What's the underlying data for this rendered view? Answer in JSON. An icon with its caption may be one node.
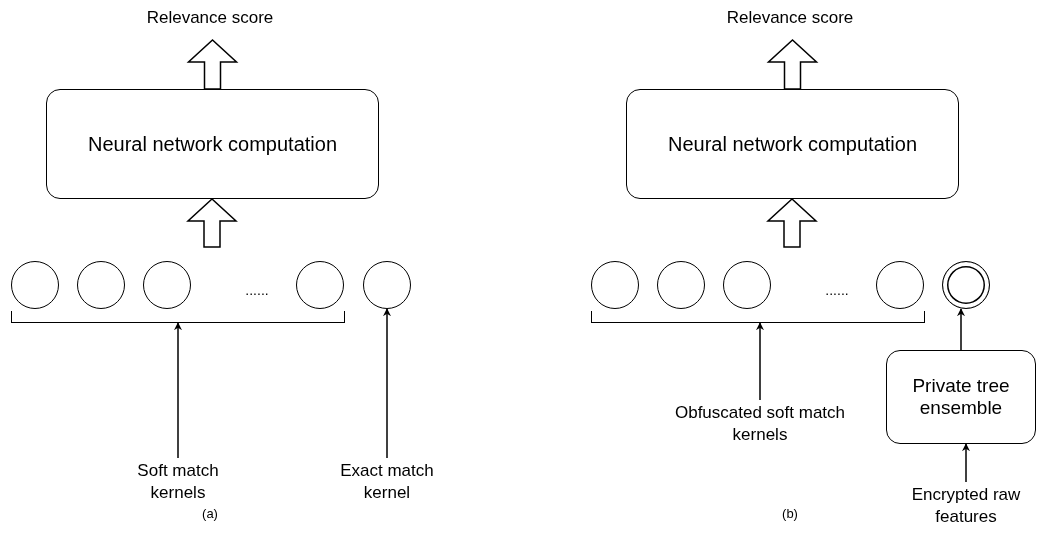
{
  "diagram": {
    "nodes": [
      {
        "text": [
          "Relevance score"
        ]
      },
      {
        "text": [
          "Neural network computation"
        ]
      },
      {
        "text": [],
        "shape": "circle"
      },
      {
        "text": [],
        "shape": "circle"
      },
      {
        "text": [],
        "shape": "circle"
      },
      {
        "text": [],
        "shape": "circle"
      },
      {
        "text": [],
        "shape": "circle"
      },
      {
        "text": [
          "Soft match kernels"
        ]
      },
      {
        "text": [
          "Exact match kernel"
        ]
      },
      {
        "text": [
          "Relevance score"
        ]
      },
      {
        "text": [
          "Neural network computation"
        ]
      },
      {
        "text": [],
        "shape": "circle"
      },
      {
        "text": [],
        "shape": "circle"
      },
      {
        "text": [],
        "shape": "circle"
      },
      {
        "text": [],
        "shape": "circle"
      },
      {
        "text": [],
        "shape": "circle"
      },
      {
        "text": [
          "Obfuscated soft match kernels"
        ]
      },
      {
        "text": [
          "Private tree ensemble"
        ]
      },
      {
        "text": [
          "Encrypted raw features"
        ]
      },
      {
        "text": [],
        "shape": "bracket"
      },
      {
        "text": [],
        "shape": "bracket"
      }
    ],
    "edges": [
      {
        "from": null,
        "to": 1,
        "arrow": "to",
        "style": "thick"
      },
      {
        "from": 1,
        "to": 0,
        "arrow": "to",
        "style": "thick"
      },
      {
        "from": 7,
        "to": 19,
        "arrow": "to"
      },
      {
        "from": 8,
        "to": 6,
        "arrow": "to"
      },
      {
        "from": null,
        "to": 10,
        "arrow": "to",
        "style": "thick"
      },
      {
        "from": 10,
        "to": 9,
        "arrow": "to",
        "style": "thick"
      },
      {
        "from": 16,
        "to": 20,
        "arrow": "to"
      },
      {
        "from": 17,
        "to": 15,
        "arrow": "to"
      },
      {
        "from": 18,
        "to": 17,
        "arrow": "to"
      }
    ],
    "labels": [
      "......",
      "(a)",
      "......",
      "(b)"
    ]
  }
}
